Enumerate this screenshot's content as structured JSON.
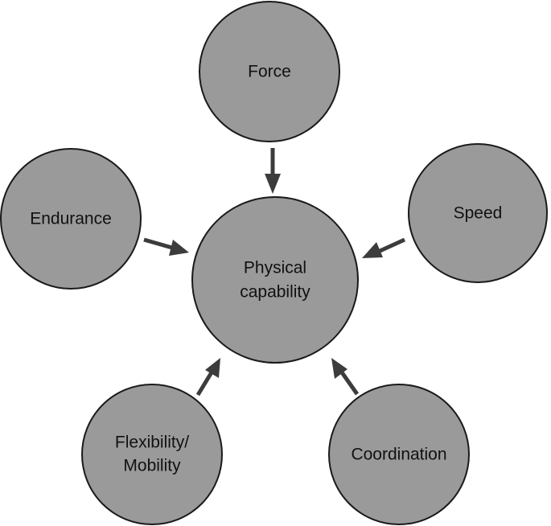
{
  "diagram": {
    "center": {
      "label_line1": "Physical",
      "label_line2": "capability"
    },
    "nodes": {
      "force": "Force",
      "speed": "Speed",
      "endurance": "Endurance",
      "flexibility_line1": "Flexibility/",
      "flexibility_line2": "Mobility",
      "coordination": "Coordination"
    }
  }
}
